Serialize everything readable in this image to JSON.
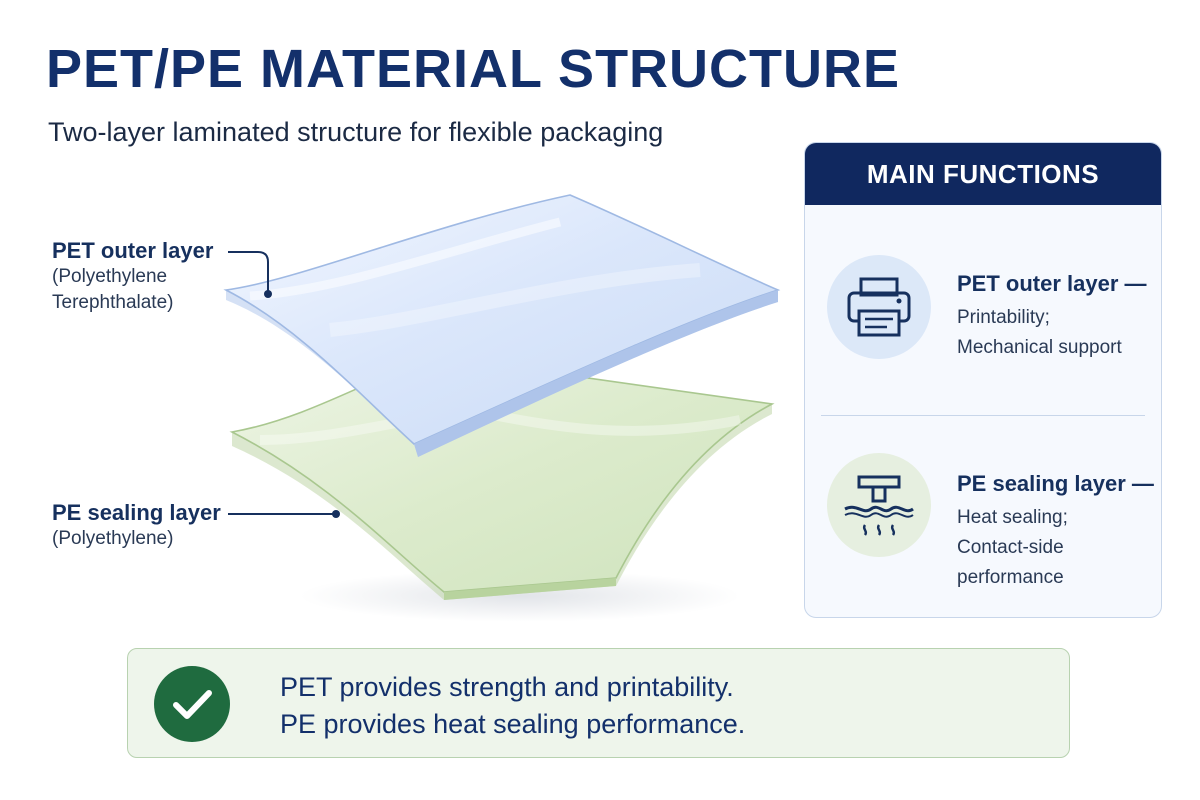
{
  "title": "PET/PE MATERIAL STRUCTURE",
  "subtitle": "Two-layer laminated structure for flexible packaging",
  "layers": {
    "pet": {
      "title": "PET outer layer",
      "sub1": "(Polyethylene",
      "sub2": "Terephthalate)",
      "color": "#dce8f8"
    },
    "pe": {
      "title": "PE sealing layer",
      "sub1": "(Polyethylene)",
      "color": "#e3efd8"
    }
  },
  "panel": {
    "header": "MAIN FUNCTIONS",
    "functions": [
      {
        "icon": "printer-icon",
        "title": "PET outer layer —",
        "lines": [
          "Printability;",
          "Mechanical support"
        ]
      },
      {
        "icon": "heat-seal-icon",
        "title": "PE sealing layer —",
        "lines": [
          "Heat sealing;",
          "Contact-side",
          "performance"
        ]
      }
    ]
  },
  "summary": {
    "icon": "checkmark-icon",
    "line1": "PET provides strength and printability.",
    "line2": "PE provides heat sealing performance."
  },
  "colors": {
    "navy": "#10285f",
    "check_green": "#1f6b3f",
    "summary_bg": "#eef5eb"
  }
}
